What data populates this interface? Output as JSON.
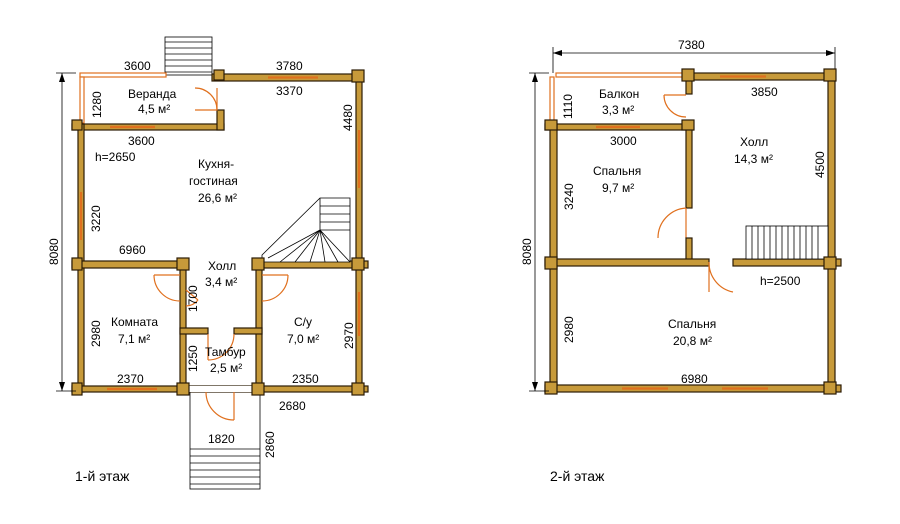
{
  "floor1": {
    "caption": "1-й этаж",
    "rooms": {
      "veranda_name": "Веранда",
      "veranda_area": "4,5 м²",
      "kitchen_name1": "Кухня-",
      "kitchen_name2": "гостиная",
      "kitchen_area": "26,6 м²",
      "hall_name": "Холл",
      "hall_area": "3,4 м²",
      "room_name": "Комната",
      "room_area": "7,1 м²",
      "tambur_name": "Тамбур",
      "tambur_area": "2,5 м²",
      "bath_name": "С/у",
      "bath_area": "7,0 м²"
    },
    "dims": {
      "d3600_top": "3600",
      "d3780": "3780",
      "d3370": "3370",
      "d1280": "1280",
      "d3600_mid": "3600",
      "d4480": "4480",
      "height": "h=2650",
      "d3220": "3220",
      "d8080": "8080",
      "d6960": "6960",
      "d1700": "1700",
      "d2980": "2980",
      "d2970": "2970",
      "d1250": "1250",
      "d2370": "2370",
      "d2350": "2350",
      "d2680": "2680",
      "d1820": "1820",
      "d2860": "2860"
    }
  },
  "floor2": {
    "caption": "2-й этаж",
    "rooms": {
      "balcony_name": "Балкон",
      "balcony_area": "3,3 м²",
      "hall_name": "Холл",
      "hall_area": "14,3 м²",
      "bedroom1_name": "Спальня",
      "bedroom1_area": "9,7 м²",
      "bedroom2_name": "Спальня",
      "bedroom2_area": "20,8 м²"
    },
    "dims": {
      "d7380": "7380",
      "d1110": "1110",
      "d3850": "3850",
      "d3000": "3000",
      "d4500": "4500",
      "d3240": "3240",
      "d8080": "8080",
      "height": "h=2500",
      "d2980": "2980",
      "d6980": "6980"
    }
  },
  "colors": {
    "wall": "#c79a3a",
    "window": "#e0701e",
    "outline": "#2b1b05"
  }
}
